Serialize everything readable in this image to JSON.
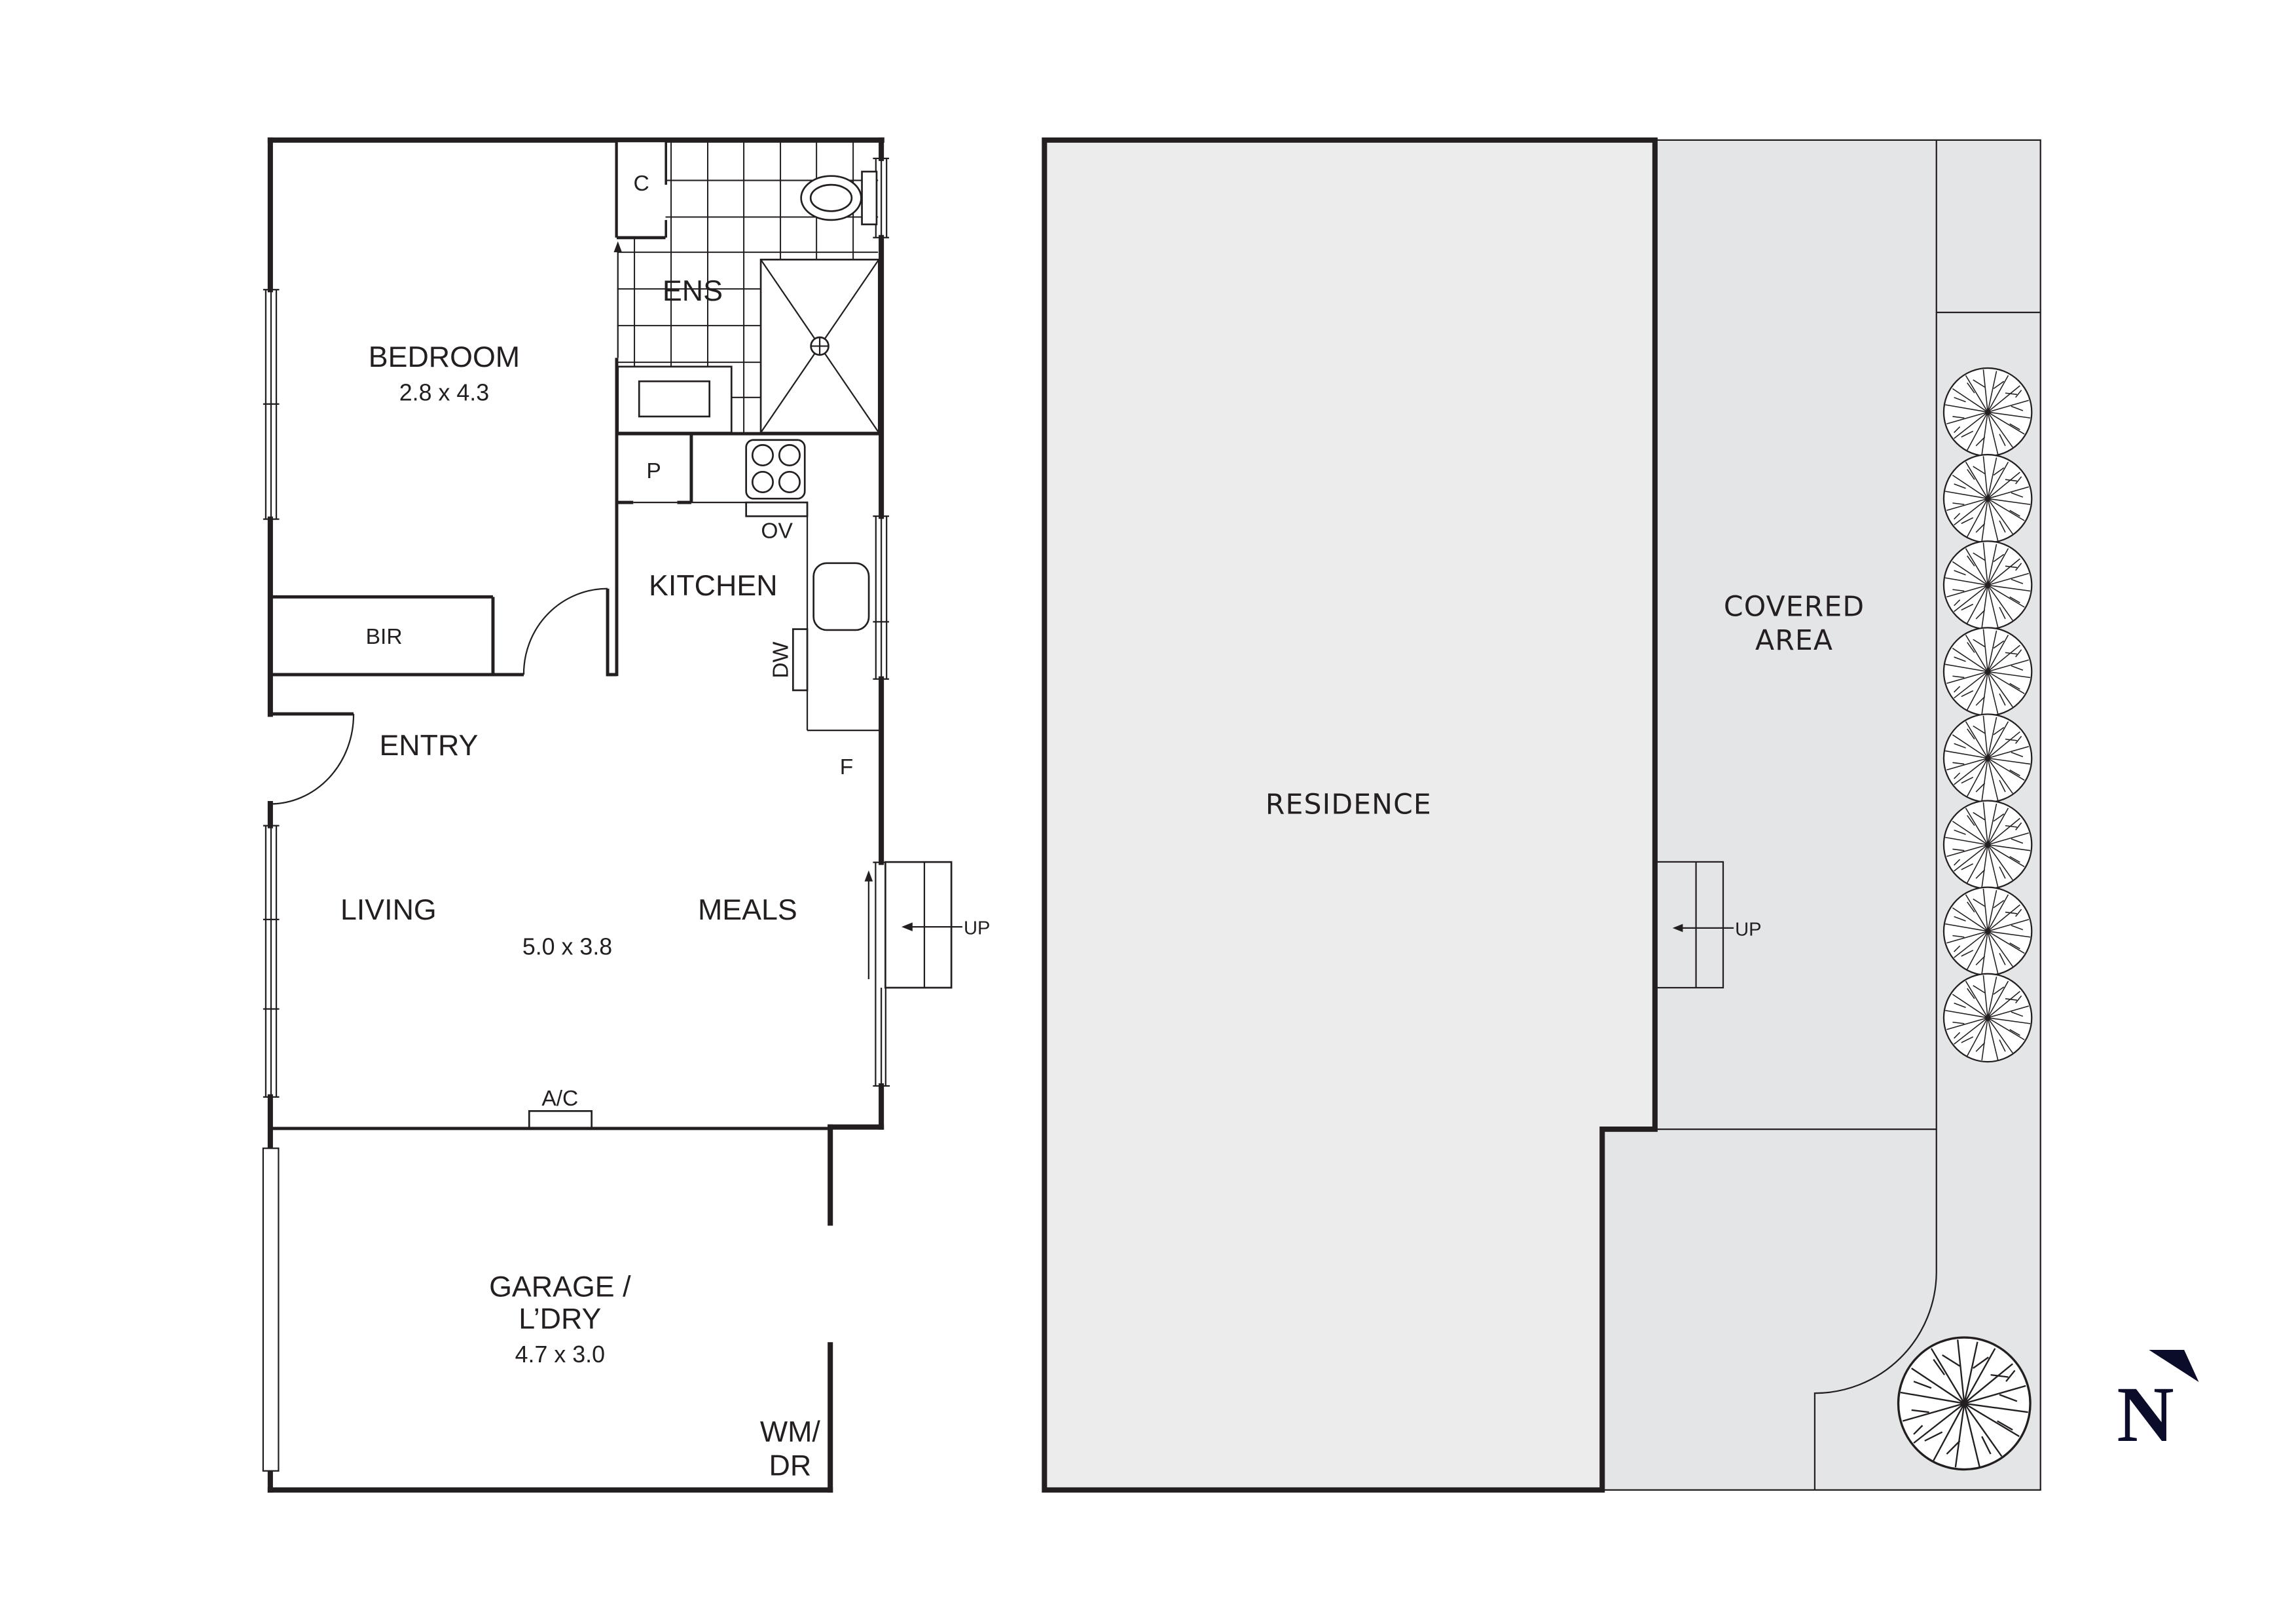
{
  "floorplan": {
    "unit": {
      "rooms": [
        {
          "id": "bedroom",
          "name": "BEDROOM",
          "dimensions": "2.8 x 4.3"
        },
        {
          "id": "ensuite",
          "name": "ENS"
        },
        {
          "id": "cupboard",
          "name": "C"
        },
        {
          "id": "pantry",
          "name": "P"
        },
        {
          "id": "kitchen",
          "name": "KITCHEN"
        },
        {
          "id": "bir",
          "name": "BIR"
        },
        {
          "id": "entry",
          "name": "ENTRY"
        },
        {
          "id": "living",
          "name": "LIVING"
        },
        {
          "id": "meals",
          "name": "MEALS"
        },
        {
          "id": "living_meals_dims",
          "dimensions": "5.0 x 3.8"
        },
        {
          "id": "garage",
          "name_line1": "GARAGE /",
          "name_line2": "L’DRY",
          "dimensions": "4.7 x 3.0"
        }
      ],
      "fixtures": {
        "oven": "OV",
        "dishwasher": "DW",
        "fridge": "F",
        "air_conditioner": "A/C",
        "washer_dryer_line1": "WM/",
        "washer_dryer_line2": "DR",
        "stairs_up": "UP"
      }
    },
    "site": {
      "residence": "RESIDENCE",
      "covered_area_line1": "COVERED",
      "covered_area_line2": "AREA",
      "stairs_up": "UP",
      "tree_count": 9
    },
    "north_arrow": {
      "letter": "N",
      "color": "#0b0b2a"
    },
    "colors": {
      "wall": "#231f20",
      "residence_fill": "#ececec",
      "covered_fill": "#e4e5e7",
      "background": "#ffffff"
    }
  }
}
